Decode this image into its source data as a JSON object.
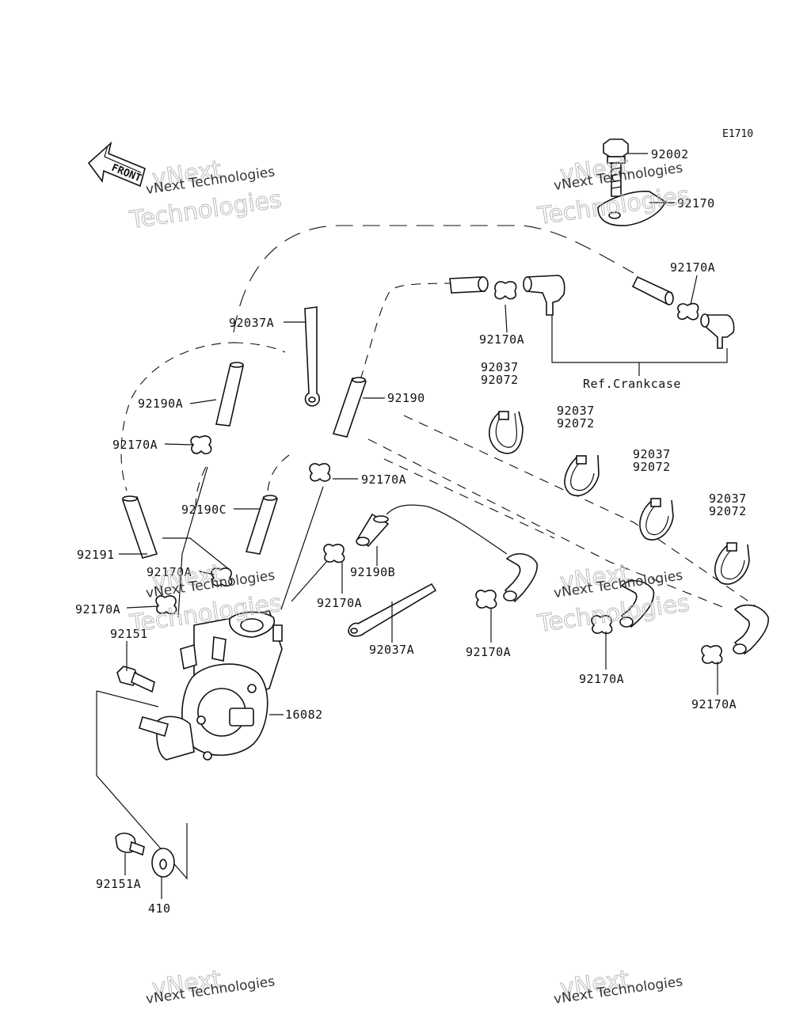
{
  "figure_code": "E1710",
  "front_label": "FRONT",
  "ref_label": "Ref.Crankcase",
  "watermark": {
    "brand": "vNext",
    "line1": "vNext Technologies",
    "line2": "Technologies"
  },
  "parts": {
    "p92002": "92002",
    "p92170": "92170",
    "p92170a": "92170A",
    "p92037a": "92037A",
    "p92190a": "92190A",
    "p92190": "92190",
    "p92190b": "92190B",
    "p92190c": "92190C",
    "p92191": "92191",
    "p92037": "92037",
    "p92072": "92072",
    "p92151": "92151",
    "p92151a": "92151A",
    "p16082": "16082",
    "p410": "410"
  }
}
